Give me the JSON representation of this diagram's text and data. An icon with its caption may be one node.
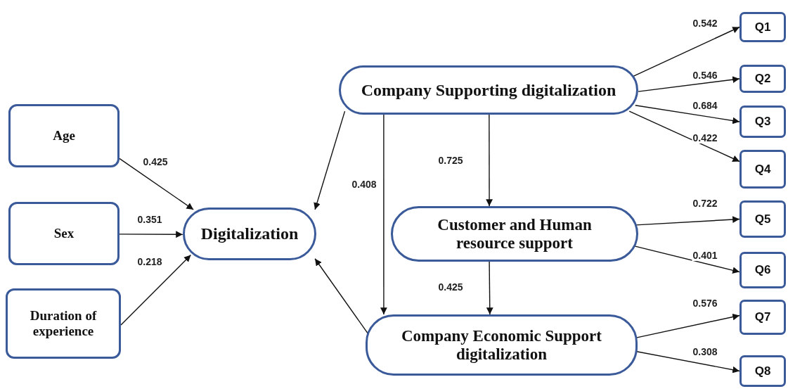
{
  "diagram": {
    "nodes": [
      {
        "text": [
          "Age"
        ]
      },
      {
        "text": [
          "Sex"
        ]
      },
      {
        "text": [
          "Duration of experience"
        ]
      },
      {
        "text": [
          "Digitalization"
        ]
      },
      {
        "text": [
          "Company Supporting digitalization"
        ]
      },
      {
        "text": [
          "Customer and Human resource support"
        ]
      },
      {
        "text": [
          "Company Economic Support digitalization"
        ]
      },
      {
        "text": [
          "Q1"
        ]
      },
      {
        "text": [
          "Q2"
        ]
      },
      {
        "text": [
          "Q3"
        ]
      },
      {
        "text": [
          "Q4"
        ]
      },
      {
        "text": [
          "Q5"
        ]
      },
      {
        "text": [
          "Q6"
        ]
      },
      {
        "text": [
          "Q7"
        ]
      },
      {
        "text": [
          "Q8"
        ]
      }
    ],
    "edges": [
      {
        "from": 0,
        "to": 3,
        "arrow": "to",
        "label": "0.425"
      },
      {
        "from": 1,
        "to": 3,
        "arrow": "to",
        "label": "0.351"
      },
      {
        "from": 2,
        "to": 3,
        "arrow": "to",
        "label": "0.218"
      },
      {
        "from": 4,
        "to": 3,
        "arrow": "to"
      },
      {
        "from": 6,
        "to": 3,
        "arrow": "to"
      },
      {
        "from": 4,
        "to": 6,
        "arrow": "to",
        "label": "0.408"
      },
      {
        "from": 4,
        "to": 5,
        "arrow": "to",
        "label": "0.725"
      },
      {
        "from": 5,
        "to": 6,
        "arrow": "to",
        "label": "0.425"
      },
      {
        "from": 4,
        "to": 7,
        "arrow": "to",
        "label": "0.542"
      },
      {
        "from": 4,
        "to": 8,
        "arrow": "to",
        "label": "0.546"
      },
      {
        "from": 4,
        "to": 9,
        "arrow": "to",
        "label": "0.684"
      },
      {
        "from": 4,
        "to": 10,
        "arrow": "to",
        "label": "0.422"
      },
      {
        "from": 5,
        "to": 11,
        "arrow": "to",
        "label": "0.722"
      },
      {
        "from": 5,
        "to": 12,
        "arrow": "to",
        "label": "0.401"
      },
      {
        "from": 6,
        "to": 13,
        "arrow": "to",
        "label": "0.576"
      },
      {
        "from": 6,
        "to": 14,
        "arrow": "to",
        "label": "0.308"
      }
    ]
  }
}
